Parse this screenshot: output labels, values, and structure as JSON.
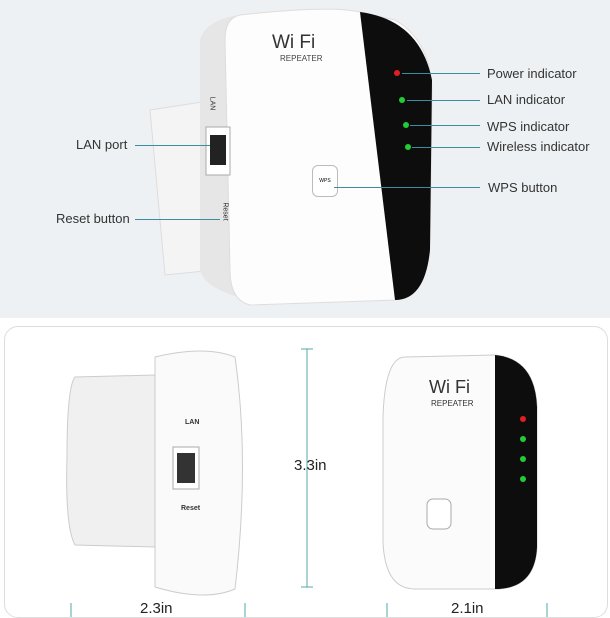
{
  "top_view": {
    "logo_text": "Wi Fi",
    "logo_sub": "REPEATER",
    "port_label": "LAN",
    "reset_label": "Reset",
    "wps_button_text": "WPS",
    "callouts": {
      "lan_port": "LAN port",
      "reset_button": "Reset button",
      "power_indicator": "Power indicator",
      "lan_indicator": "LAN indicator",
      "wps_indicator": "WPS indicator",
      "wireless_indicator": "Wireless indicator",
      "wps_button": "WPS button"
    },
    "led_colors": {
      "power": "#e02020",
      "lan": "#22cc33",
      "wps": "#22cc33",
      "wireless": "#22cc33"
    }
  },
  "bottom_view": {
    "height_dim": "3.3in",
    "side_width_dim": "2.3in",
    "front_width_dim": "2.1in",
    "side_port_label": "LAN",
    "side_reset_label": "Reset",
    "front_logo_text": "Wi Fi",
    "front_logo_sub": "REPEATER"
  }
}
